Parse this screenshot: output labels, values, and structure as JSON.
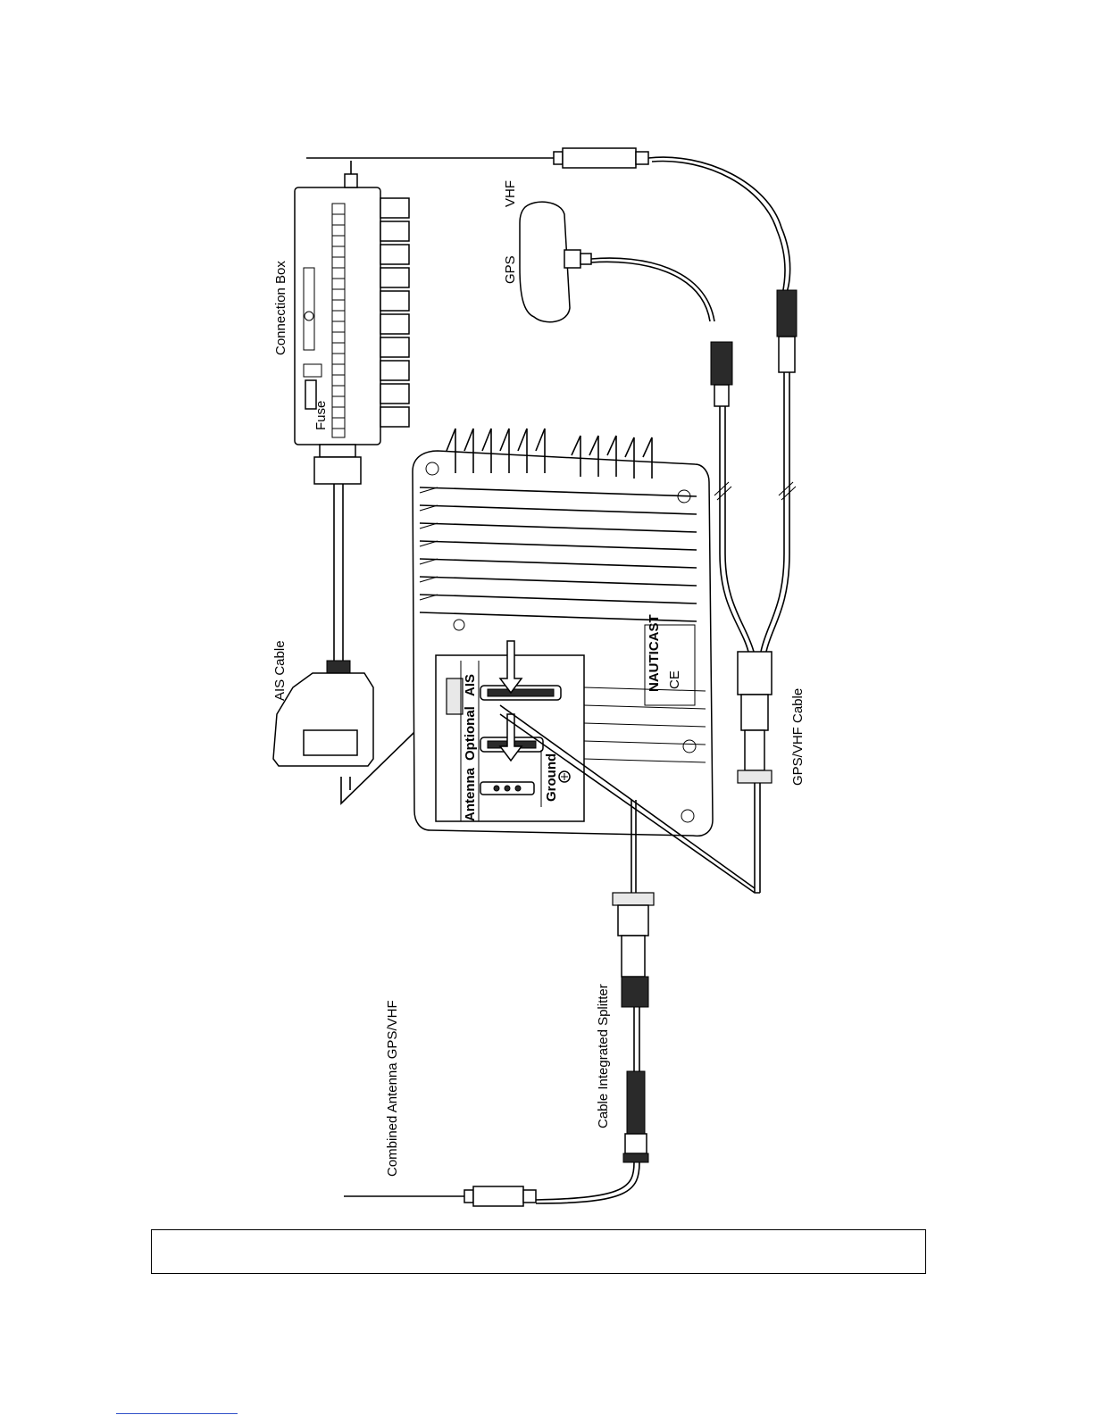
{
  "labels": {
    "connection_box": "Connection Box",
    "fuse": "Fuse",
    "gps": "GPS",
    "vhf": "VHF",
    "ais_cable": "AIS Cable",
    "gps_vhf_cable": "GPS/VHF Cable",
    "cable_splitter": "Cable Integrated Splitter",
    "combined_antenna": "Combined Antenna GPS/VHF"
  },
  "ports": {
    "antenna": "Antenna",
    "optional": "Optional",
    "ais": "AIS",
    "ground": "Ground"
  },
  "brand": "NAUTICAST",
  "ce_mark": "CE",
  "caption": ""
}
